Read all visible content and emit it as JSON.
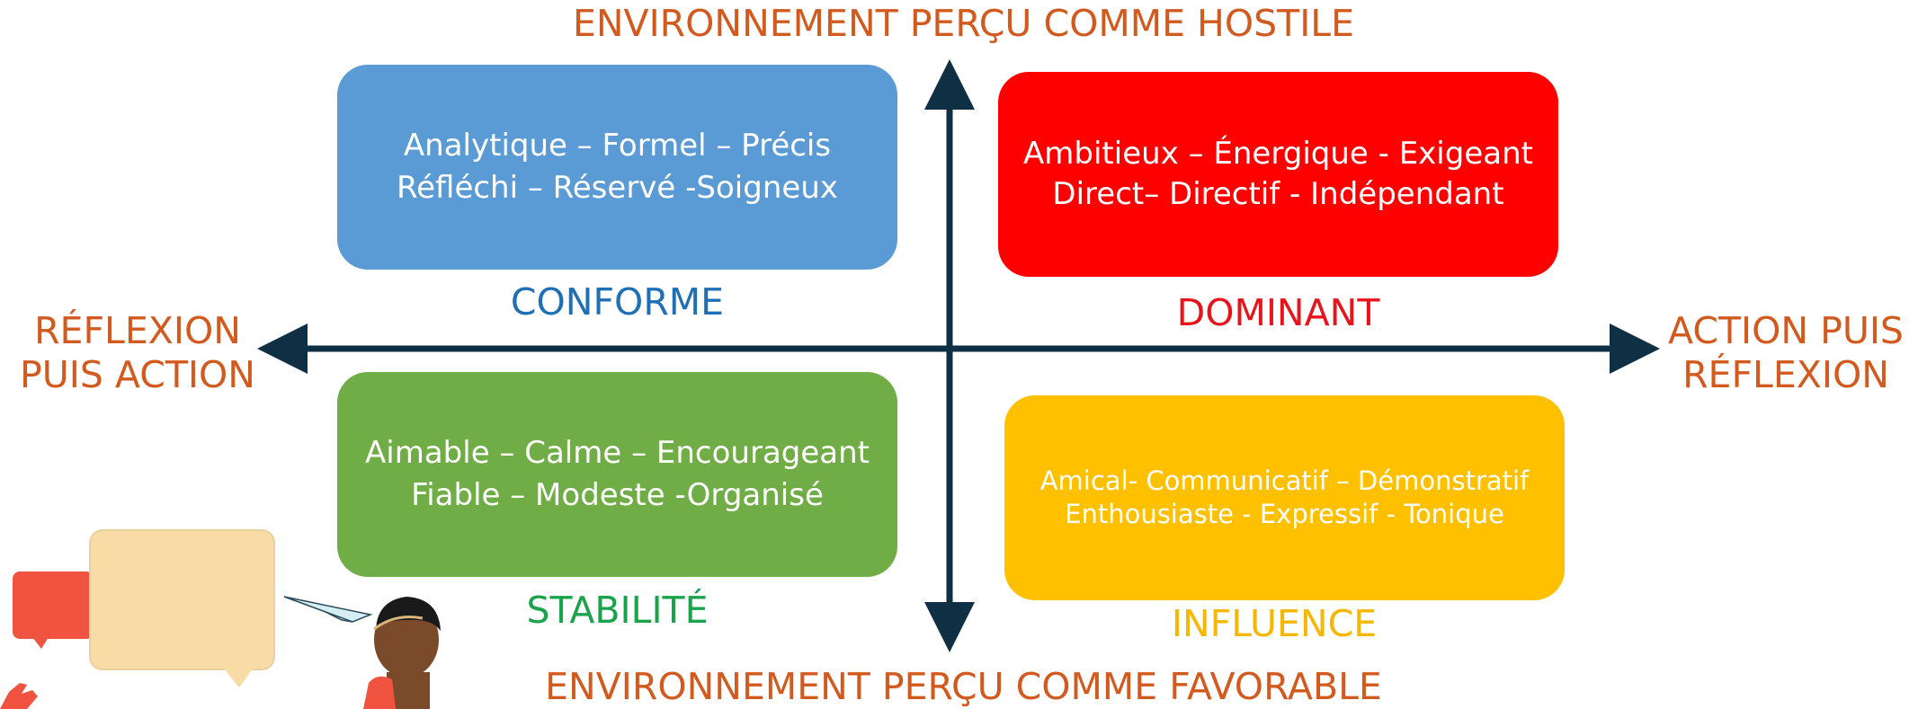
{
  "axes": {
    "top": "ENVIRONNEMENT PERÇU COMME HOSTILE",
    "bottom": "ENVIRONNEMENT PERÇU COMME FAVORABLE",
    "left": [
      "RÉFLEXION",
      "PUIS ACTION"
    ],
    "right": [
      "ACTION PUIS",
      "RÉFLEXION"
    ]
  },
  "quadrants": {
    "conforme": {
      "lines": [
        "Analytique – Formel – Précis",
        "Réfléchi – Réservé -Soigneux"
      ],
      "label": "CONFORME",
      "color": "#5b9bd5",
      "label_color": "#1f6fb5"
    },
    "dominant": {
      "lines": [
        "Ambitieux – Énergique - Exigeant",
        "Direct– Directif - Indépendant"
      ],
      "label": "DOMINANT",
      "color": "#ff0000",
      "label_color": "#e8141b"
    },
    "stabilite": {
      "lines": [
        "Aimable – Calme – Encourageant",
        "Fiable – Modeste -Organisé"
      ],
      "label": "STABILITÉ",
      "color": "#70ad47",
      "label_color": "#1aa34a"
    },
    "influence": {
      "lines": [
        "Amical- Communicatif – Démonstratif",
        "Enthousiaste - Expressif - Tonique"
      ],
      "label": "INFLUENCE",
      "color": "#ffc000",
      "label_color": "#f5b700"
    }
  },
  "colors": {
    "axis_title": "#d35a1e",
    "arrow": "#0f2f45"
  }
}
